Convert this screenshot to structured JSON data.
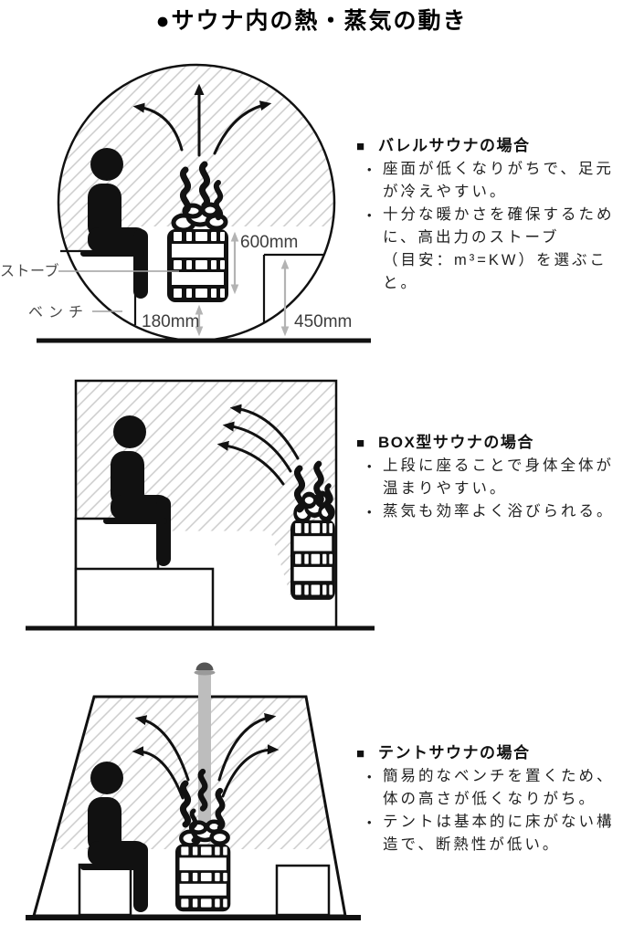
{
  "page_title": "●サウナ内の熱・蒸気の動き",
  "markers": {
    "heading": "■",
    "bullet": "•"
  },
  "sections": [
    {
      "heading": "バレルサウナの場合",
      "bullets": [
        "座面が低くなりがちで、足元が冷えやすい。",
        "十分な暖かさを確保するために、高出力のストーブ\n（目安：m³=KW）を選ぶこと。"
      ]
    },
    {
      "heading": "BOX型サウナの場合",
      "bullets": [
        "上段に座ることで身体全体が温まりやすい。",
        "蒸気も効率よく浴びられる。"
      ]
    },
    {
      "heading": "テントサウナの場合",
      "bullets": [
        "簡易的なベンチを置くため、体の高さが低くなりがち。",
        "テントは基本的に床がない構造で、断熱性が低い。"
      ]
    }
  ],
  "diagrams": {
    "barrel": {
      "labels": {
        "stove": "ストーブ",
        "bench": "ベンチ"
      },
      "measurements": {
        "stove_height": "600mm",
        "stove_floor_clearance": "180mm",
        "bench_height": "450mm"
      }
    }
  },
  "icons": {
    "person": "sitting-person-icon",
    "stove": "sauna-stove-icon",
    "steam": "steam-icon",
    "heat_arrow": "heat-flow-arrow-icon",
    "measure_arrow": "measurement-arrow-icon",
    "chimney": "chimney-icon",
    "heading_marker": "square-bullet-icon",
    "bullet_marker": "dot-bullet-icon"
  },
  "colors": {
    "ink": "#111111",
    "hatch_line": "#cbcbcb",
    "measure_arrow": "#b3b3b3",
    "measure_text": "#3d3d3d",
    "label_text": "#4a4a4a",
    "leader_line": "#a0a0a0",
    "chimney_pipe": "#bdbdbd",
    "chimney_cap": "#555555",
    "background": "#ffffff"
  }
}
